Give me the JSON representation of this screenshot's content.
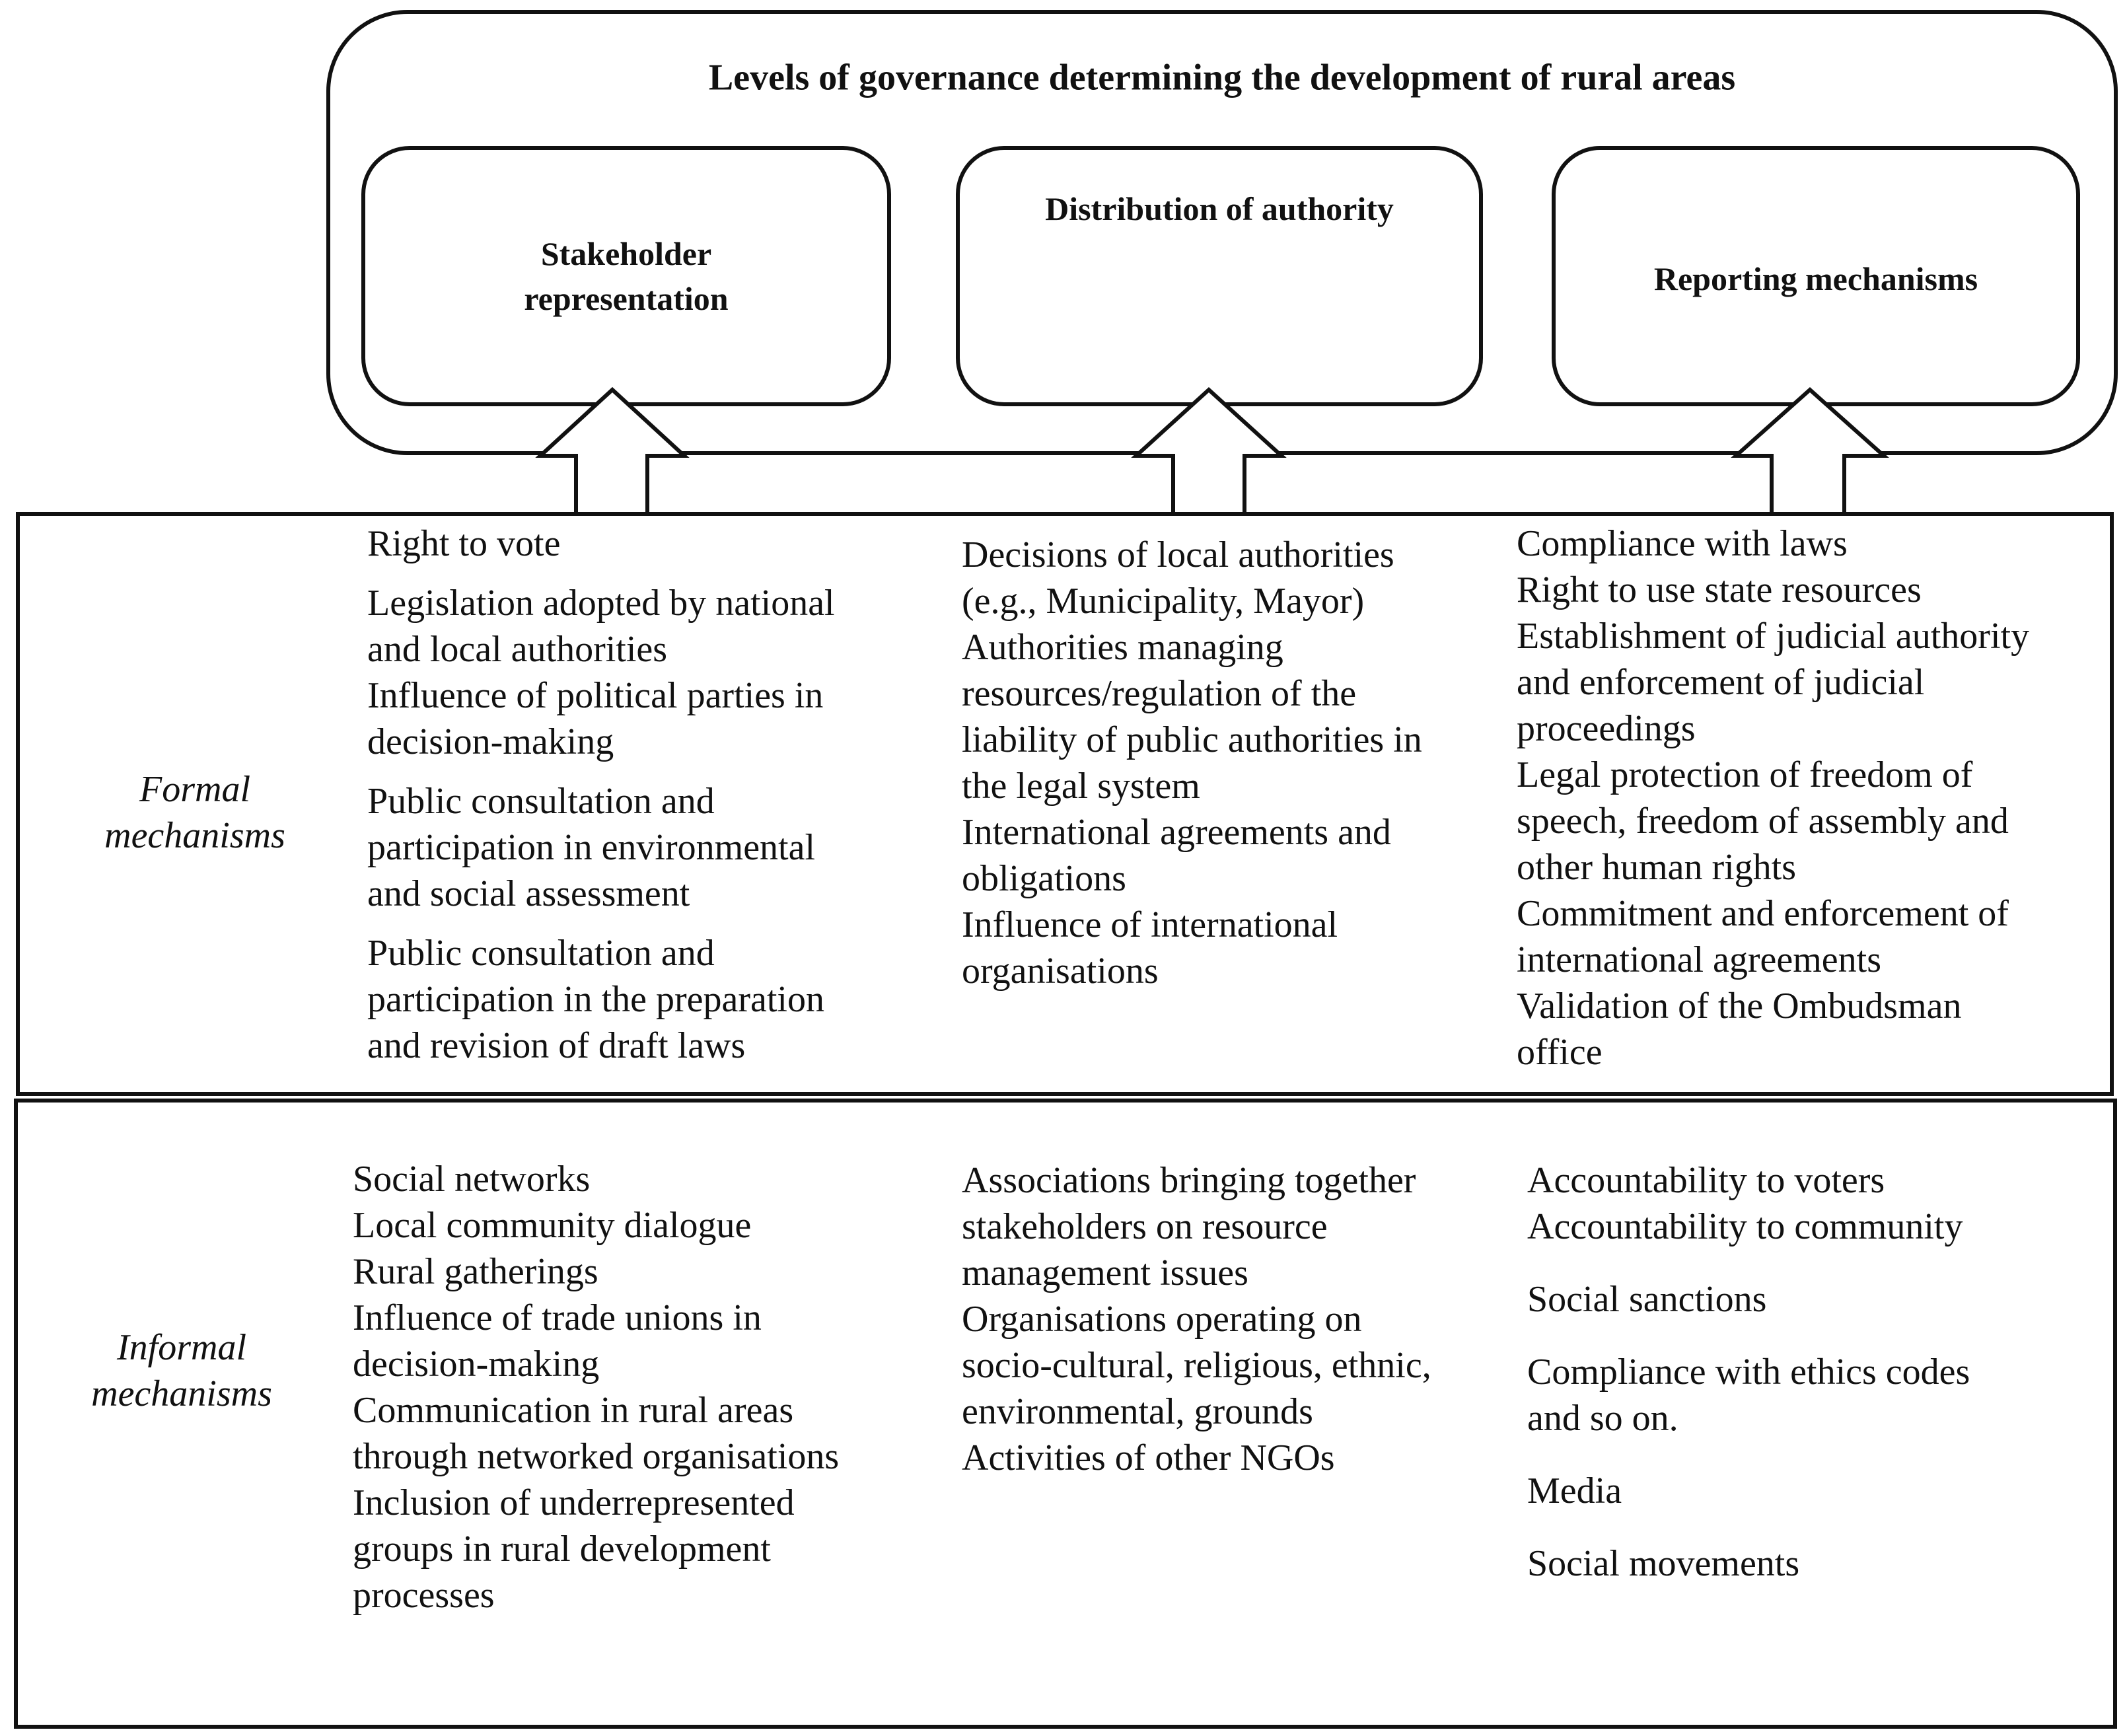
{
  "diagram": {
    "title": "Levels of governance determining the development of rural areas",
    "levels": [
      {
        "label_lines": [
          "Stakeholder",
          "representation"
        ]
      },
      {
        "label_lines": [
          "Distribution of authority"
        ]
      },
      {
        "label_lines": [
          "Reporting mechanisms"
        ]
      }
    ],
    "formal": {
      "label_lines": [
        "Formal",
        "mechanisms"
      ],
      "columns": [
        {
          "groups": [
            [
              "Right to vote"
            ],
            [
              "Legislation adopted by national",
              "and local authorities",
              "Influence of political parties in",
              "decision-making"
            ],
            [
              "Public consultation and",
              "participation in environmental",
              "and social assessment"
            ],
            [
              "Public consultation and",
              "participation in the preparation",
              "and revision of draft laws"
            ]
          ]
        },
        {
          "groups": [
            [
              "Decisions of local authorities",
              "(e.g., Municipality, Mayor)",
              "Authorities managing",
              "resources/regulation of the",
              "liability of public authorities in",
              "the legal system",
              "International agreements and",
              "obligations",
              "Influence of international",
              "organisations"
            ]
          ]
        },
        {
          "groups": [
            [
              "Compliance with laws",
              "Right to use state resources",
              "Establishment of judicial authority",
              "and enforcement of judicial",
              "proceedings",
              "Legal protection of freedom of",
              "speech, freedom of assembly and",
              "other human rights",
              "Commitment and enforcement of",
              "international agreements",
              "Validation of the Ombudsman",
              "office"
            ]
          ]
        }
      ]
    },
    "informal": {
      "label_lines": [
        "Informal",
        "mechanisms"
      ],
      "columns": [
        {
          "groups": [
            [
              "Social networks",
              "Local community dialogue",
              "Rural gatherings",
              "Influence of trade unions in",
              "decision-making",
              "Communication in rural areas",
              "through networked organisations",
              "Inclusion of underrepresented",
              "groups in rural development",
              "processes"
            ]
          ]
        },
        {
          "groups": [
            [
              "Associations bringing together",
              "stakeholders on resource",
              "management issues",
              "Organisations operating on",
              "socio-cultural, religious, ethnic,",
              "environmental, grounds",
              "Activities of other NGOs"
            ]
          ]
        },
        {
          "groups": [
            [
              "Accountability to voters",
              "Accountability to community"
            ],
            [
              "Social sanctions"
            ],
            [
              "Compliance with ethics codes",
              "and so on."
            ],
            [
              "Media"
            ],
            [
              "Social movements"
            ]
          ]
        }
      ]
    }
  }
}
